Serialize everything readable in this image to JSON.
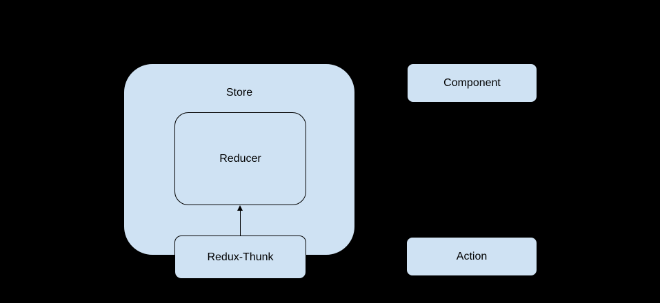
{
  "diagram": {
    "colors": {
      "background": "#000000",
      "node_fill": "#cfe2f3",
      "node_border": "#000000",
      "text": "#000000"
    },
    "nodes": {
      "store": {
        "label": "Store"
      },
      "reducer": {
        "label": "Reducer"
      },
      "redux_thunk": {
        "label": "Redux-Thunk"
      },
      "component": {
        "label": "Component"
      },
      "action": {
        "label": "Action"
      }
    },
    "connectors": [
      {
        "from": "redux_thunk",
        "to": "reducer",
        "direction": "up",
        "style": "arrow"
      }
    ]
  }
}
